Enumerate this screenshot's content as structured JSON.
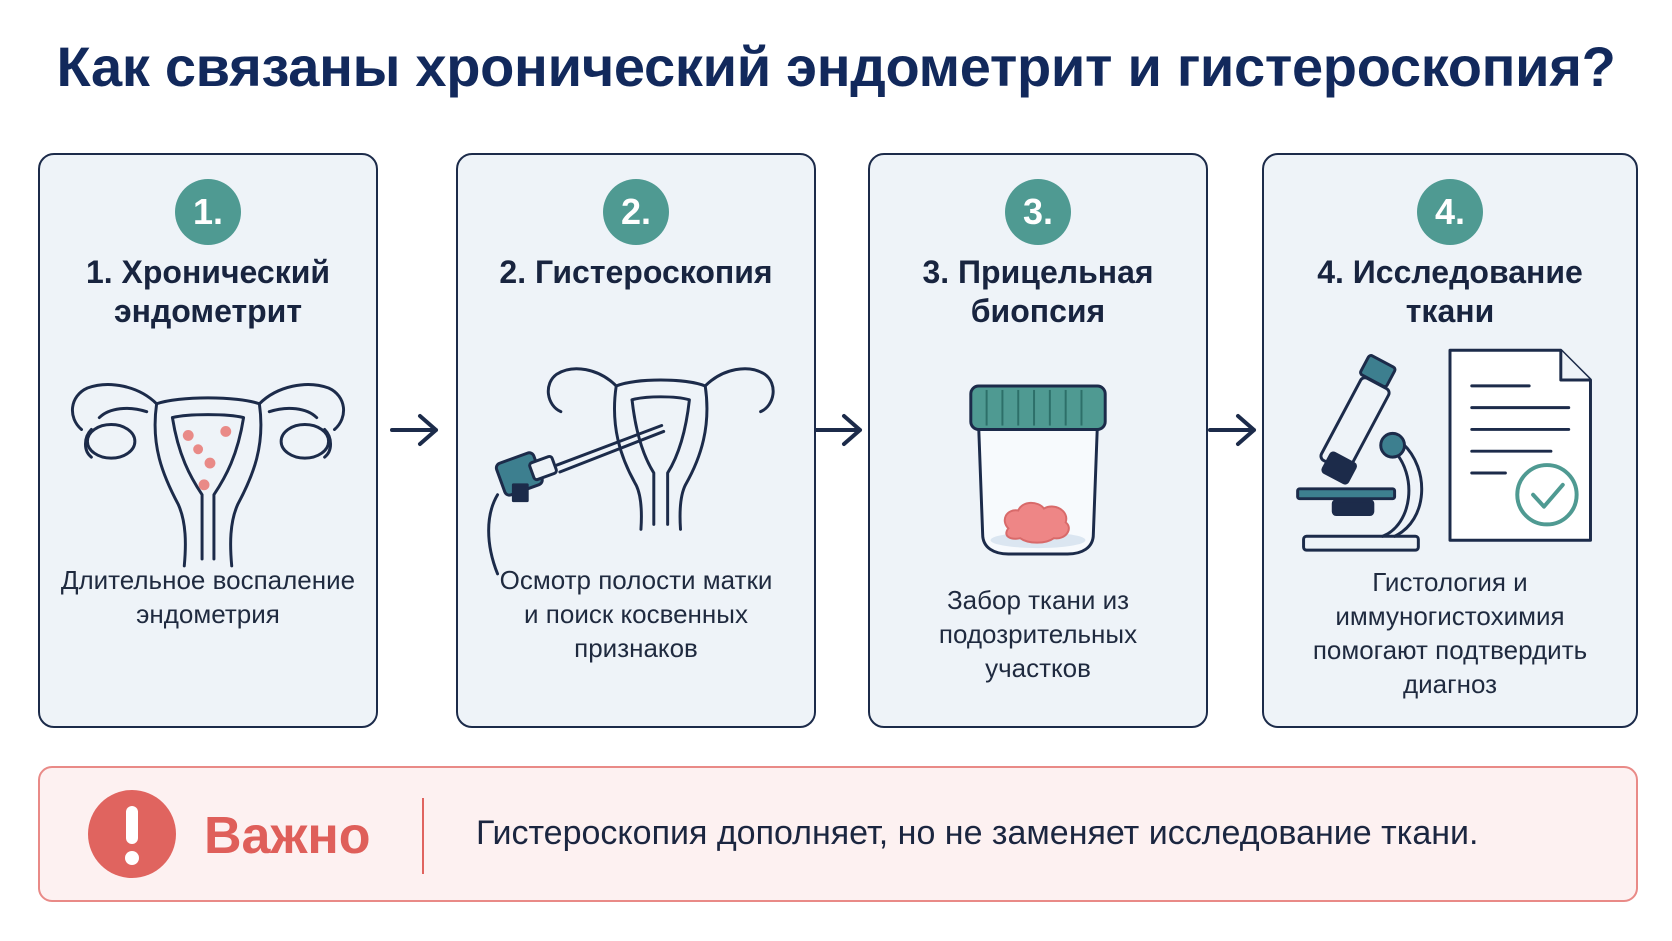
{
  "title": "Как связаны хронический эндометрит и гистероскопия?",
  "colors": {
    "navy": "#12295c",
    "outline": "#1c2b4a",
    "teal": "#4f9a92",
    "card_bg": "#eef3f8",
    "accent_red": "#e0645f",
    "important_bg": "#fdf1f1"
  },
  "steps": [
    {
      "number": "1.",
      "title_line1": "1. Хронический",
      "title_line2": "эндометрит",
      "desc_line1": "Длительное воспаление",
      "desc_line2": "эндометрия",
      "desc_line3": "",
      "desc_line4": "",
      "icon": "uterus-inflammation-icon"
    },
    {
      "number": "2.",
      "title_line1": "2. Гистероскопия",
      "title_line2": "",
      "desc_line1": "Осмотр полости матки",
      "desc_line2": "и поиск косвенных",
      "desc_line3": "признаков",
      "desc_line4": "",
      "icon": "hysteroscope-icon"
    },
    {
      "number": "3.",
      "title_line1": "3. Прицельная",
      "title_line2": "биопсия",
      "desc_line1": "Забор ткани из",
      "desc_line2": "подозрительных",
      "desc_line3": "участков",
      "desc_line4": "",
      "icon": "specimen-jar-icon"
    },
    {
      "number": "4.",
      "title_line1": "4. Исследование ткани",
      "title_line2": "",
      "desc_line1": "Гистология и",
      "desc_line2": "иммуногистохимия",
      "desc_line3": "помогают подтвердить",
      "desc_line4": "диагноз",
      "icon": "microscope-report-icon"
    }
  ],
  "important": {
    "label": "Важно",
    "text": "Гистероскопия дополняет, но не заменяет исследование ткани.",
    "icon": "exclamation-icon"
  }
}
